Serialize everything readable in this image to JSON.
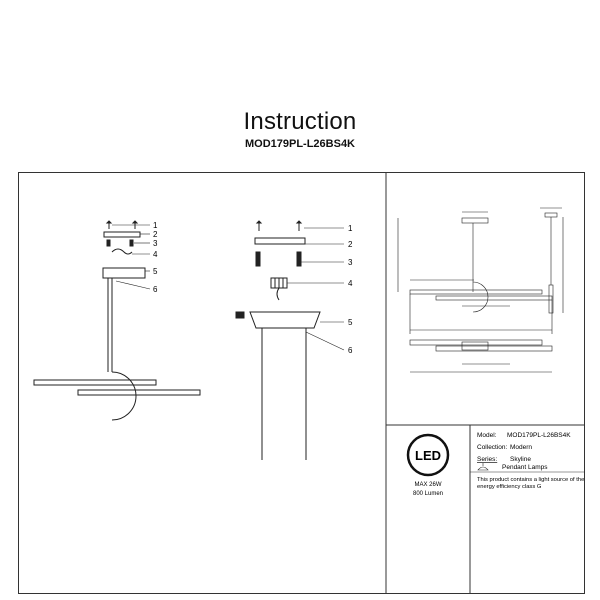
{
  "header": {
    "title": "Instruction",
    "model_code": "MOD179PL-L26BS4K"
  },
  "assembly_a": {
    "callouts": [
      "1",
      "2",
      "3",
      "4",
      "5",
      "6"
    ]
  },
  "assembly_b": {
    "callouts": [
      "1",
      "2",
      "3",
      "4",
      "5",
      "6"
    ]
  },
  "info_panel": {
    "badge": "LED",
    "power": "MAX 26W",
    "lumen": "800 Lumen",
    "model_label": "Model:",
    "model_value": "MOD179PL-L26BS4K",
    "collection_label": "Collection:",
    "collection_value": "Modern",
    "series_label": "Series:",
    "series_value": "Skyline",
    "type_value": "Pendant Lamps",
    "energy_note_1": "This product contains a light source of the",
    "energy_note_2": "energy efficiency class G"
  },
  "colors": {
    "line": "#222222",
    "border": "#333333"
  }
}
